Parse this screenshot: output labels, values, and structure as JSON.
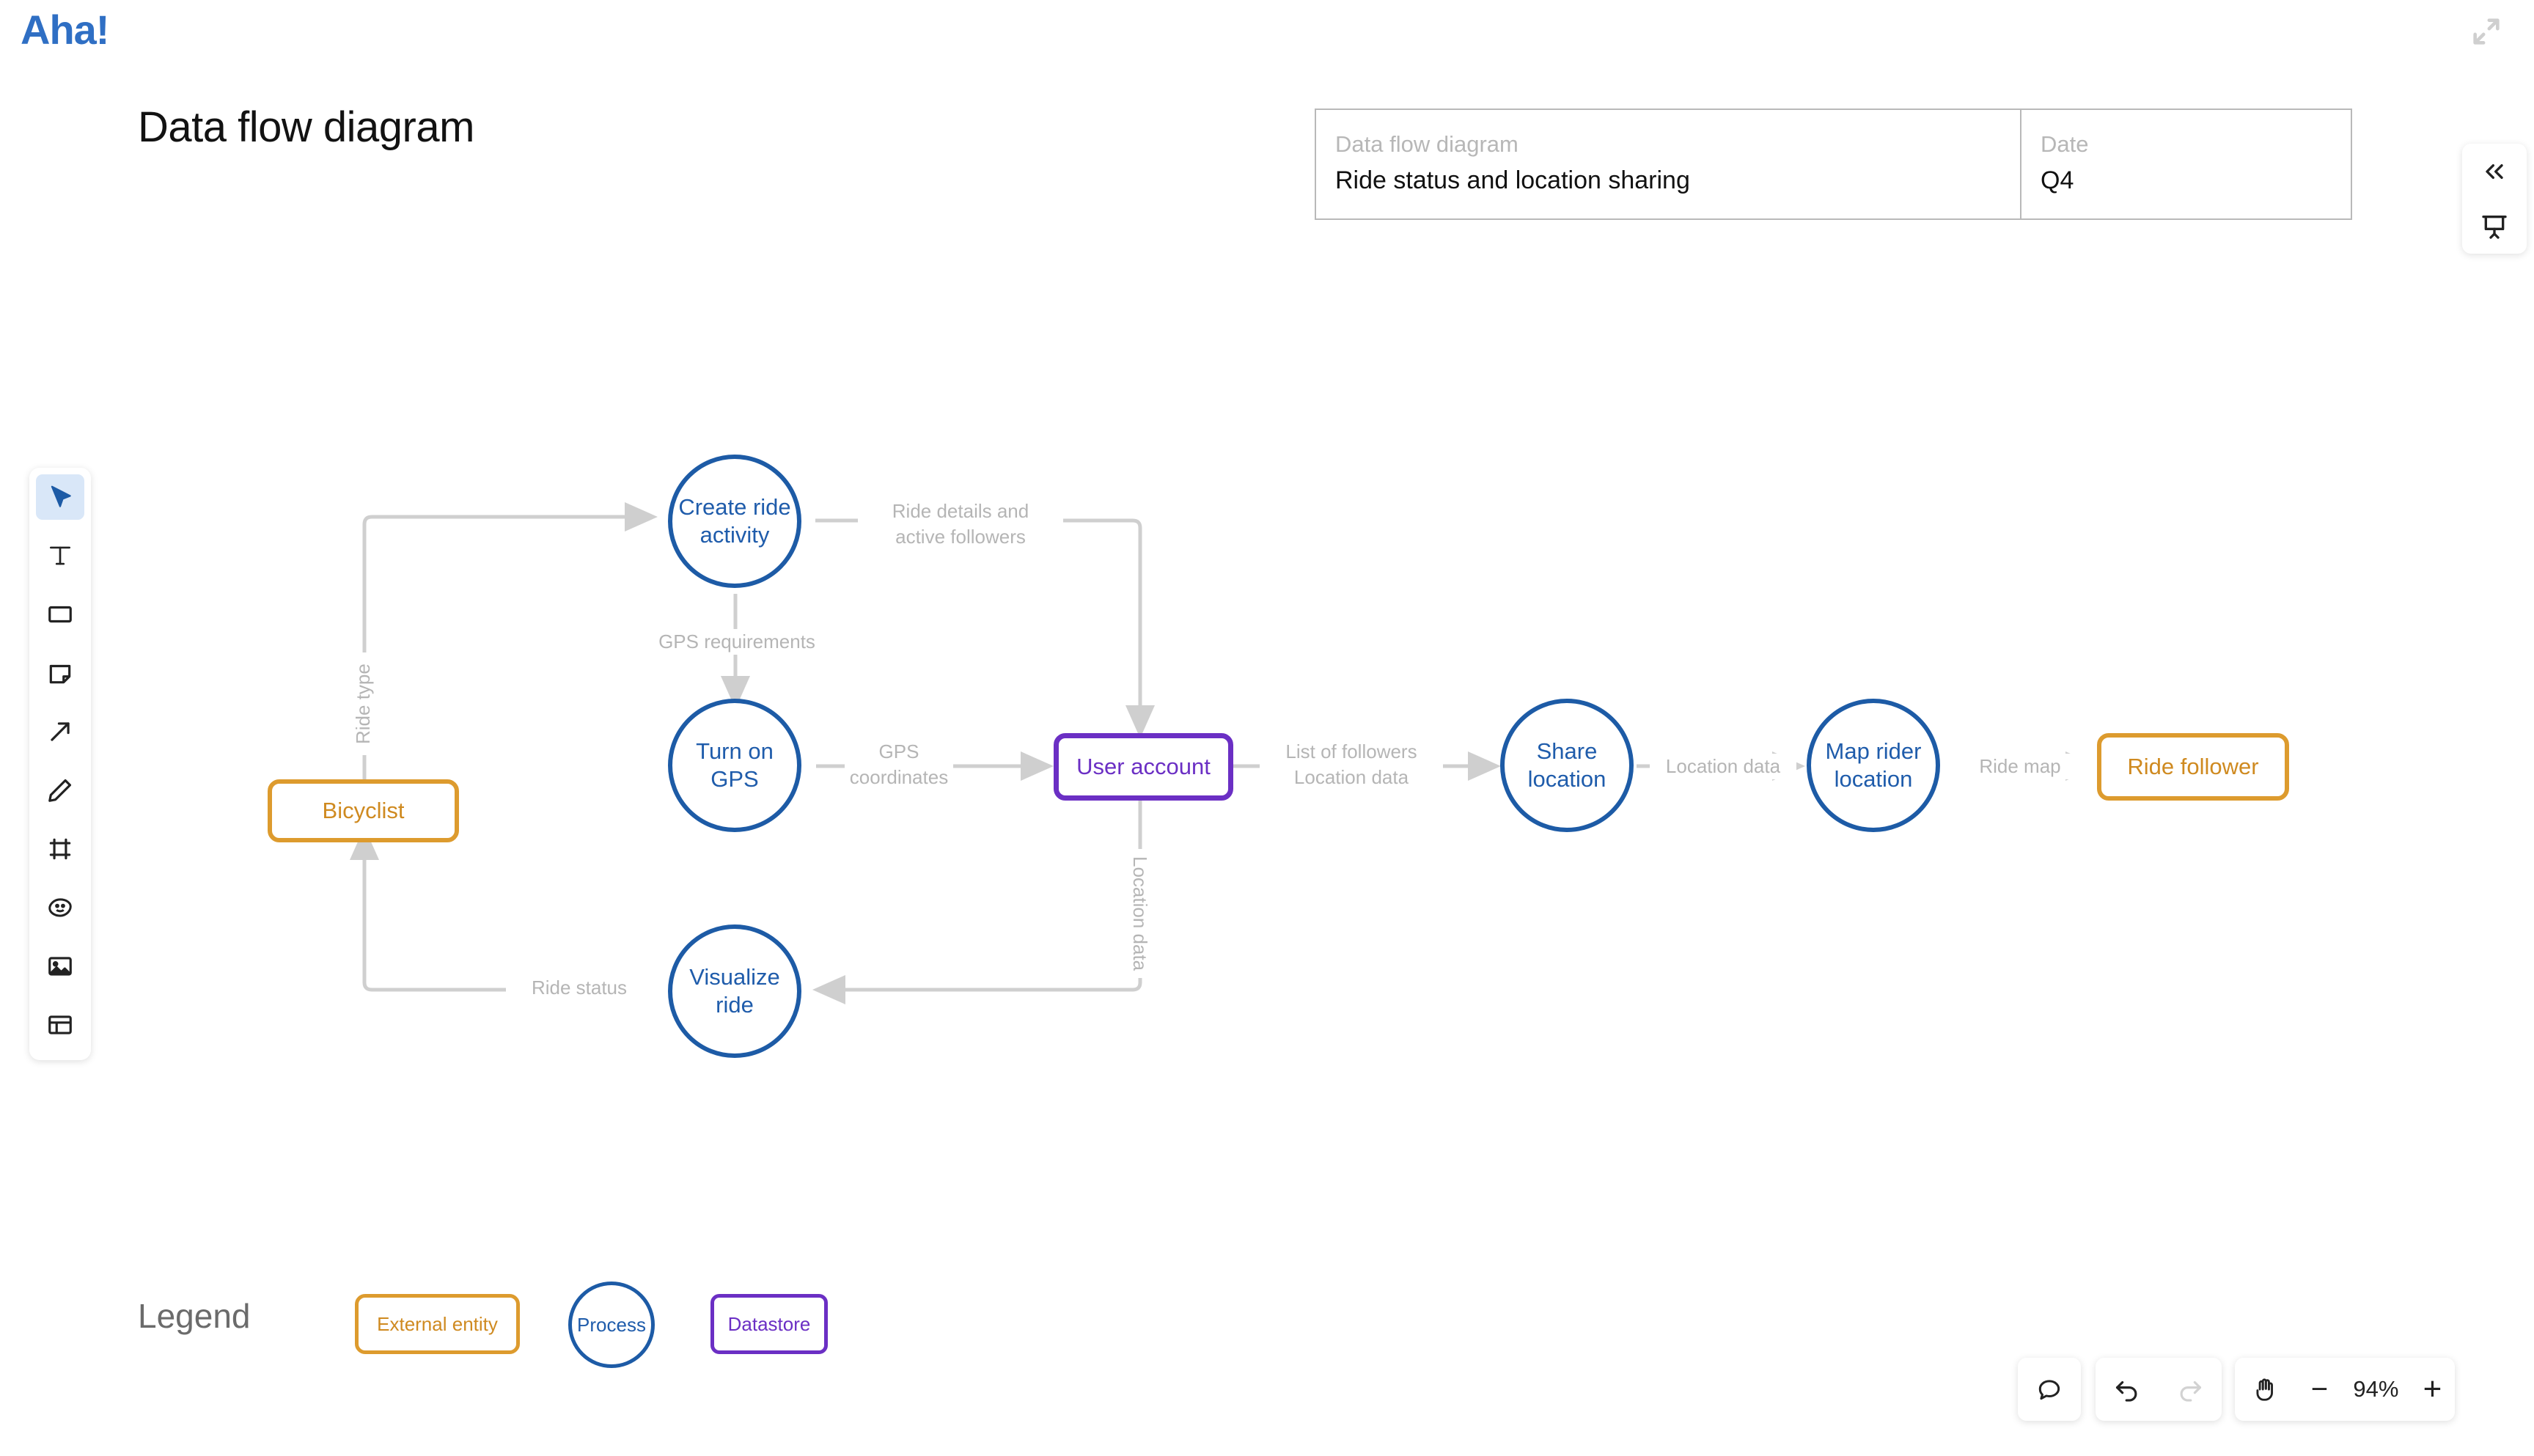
{
  "app": {
    "logo_text": "Aha!",
    "page_title": "Data flow diagram"
  },
  "info_box": {
    "title_label": "Data flow diagram",
    "title_value": "Ride status and location sharing",
    "date_label": "Date",
    "date_value": "Q4"
  },
  "toolbar": {
    "items": [
      {
        "name": "select-tool",
        "icon": "cursor-icon",
        "active": true
      },
      {
        "name": "text-tool",
        "icon": "text-icon",
        "active": false
      },
      {
        "name": "shape-tool",
        "icon": "rectangle-icon",
        "active": false
      },
      {
        "name": "sticky-note-tool",
        "icon": "sticky-note-icon",
        "active": false
      },
      {
        "name": "arrow-tool",
        "icon": "arrow-icon",
        "active": false
      },
      {
        "name": "pen-tool",
        "icon": "pen-icon",
        "active": false
      },
      {
        "name": "frame-tool",
        "icon": "frame-icon",
        "active": false
      },
      {
        "name": "sticker-tool",
        "icon": "emoji-icon",
        "active": false
      },
      {
        "name": "image-tool",
        "icon": "image-icon",
        "active": false
      },
      {
        "name": "template-tool",
        "icon": "layout-icon",
        "active": false
      }
    ]
  },
  "right_panel": {
    "collapse_icon": "collapse-arrows-icon",
    "chevrons_label": "«",
    "present_icon": "presentation-icon"
  },
  "diagram": {
    "nodes": [
      {
        "id": "bicyclist",
        "label": "Bicyclist",
        "type": "external-entity"
      },
      {
        "id": "create-ride",
        "label": "Create\nride\nactivity",
        "type": "process"
      },
      {
        "id": "turn-on-gps",
        "label": "Turn on\nGPS",
        "type": "process"
      },
      {
        "id": "visualize-ride",
        "label": "Visualize\nride",
        "type": "process"
      },
      {
        "id": "user-account",
        "label": "User account",
        "type": "datastore"
      },
      {
        "id": "share-location",
        "label": "Share\nlocation",
        "type": "process"
      },
      {
        "id": "map-rider",
        "label": "Map rider\nlocation",
        "type": "process"
      },
      {
        "id": "ride-follower",
        "label": "Ride follower",
        "type": "external-entity"
      }
    ],
    "edge_labels": {
      "ride_type": "Ride type",
      "ride_details": "Ride details and\nactive followers",
      "gps_requirements": "GPS requirements",
      "gps_coordinates": "GPS\ncoordinates",
      "list_of_followers": "List of followers\nLocation data",
      "location_data_down": "Location data",
      "location_data_1": "Location data",
      "ride_map": "Ride map",
      "ride_status": "Ride status"
    }
  },
  "legend": {
    "title": "Legend",
    "items": [
      {
        "label": "External entity",
        "type": "external-entity"
      },
      {
        "label": "Process",
        "type": "process"
      },
      {
        "label": "Datastore",
        "type": "datastore"
      }
    ]
  },
  "bottom_bar": {
    "comment_icon": "comment-icon",
    "undo_icon": "undo-icon",
    "redo_icon": "redo-icon",
    "pan_icon": "hand-icon",
    "zoom_out_label": "−",
    "zoom_level": "94%",
    "zoom_in_label": "+"
  },
  "colors": {
    "brand_blue": "#2f6fc4",
    "process_blue": "#1d5ba6",
    "entity_orange": "#dd9b2e",
    "datastore_purple": "#6b2fc4",
    "edge_gray": "#cfcfcf",
    "label_gray": "#b5b5b5"
  }
}
